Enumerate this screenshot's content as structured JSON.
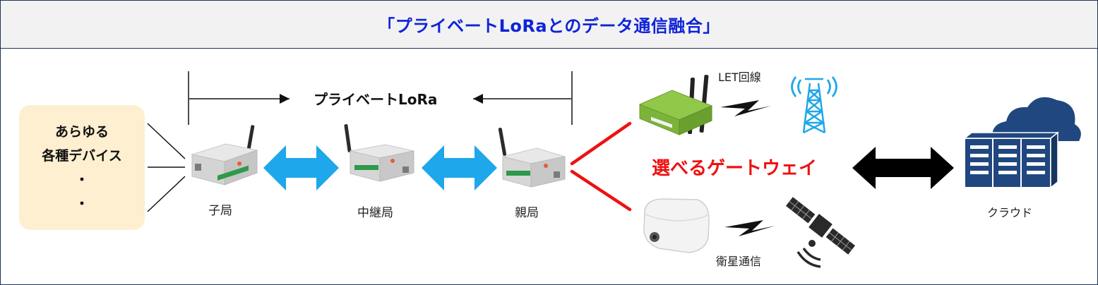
{
  "title": "「プライベートLoRaとのデータ通信融合」",
  "devices": {
    "lines": [
      "あらゆる",
      "各種デバイス",
      "・",
      "・"
    ]
  },
  "lora_label": "プライベートLoRa",
  "nodes": {
    "child": "子局",
    "relay": "中継局",
    "parent": "親局"
  },
  "gateway_label": "選べるゲートウェイ",
  "lte_label": "LET回線",
  "satellite_label": "衛星通信",
  "cloud_label": "クラウド",
  "colors": {
    "title": "#0f23d9",
    "accent_red": "#ee1111",
    "arrow_blue": "#1ea7ea",
    "device_box": "#fdefd0",
    "server_blue": "#20477f",
    "frame": "#1f3354"
  }
}
